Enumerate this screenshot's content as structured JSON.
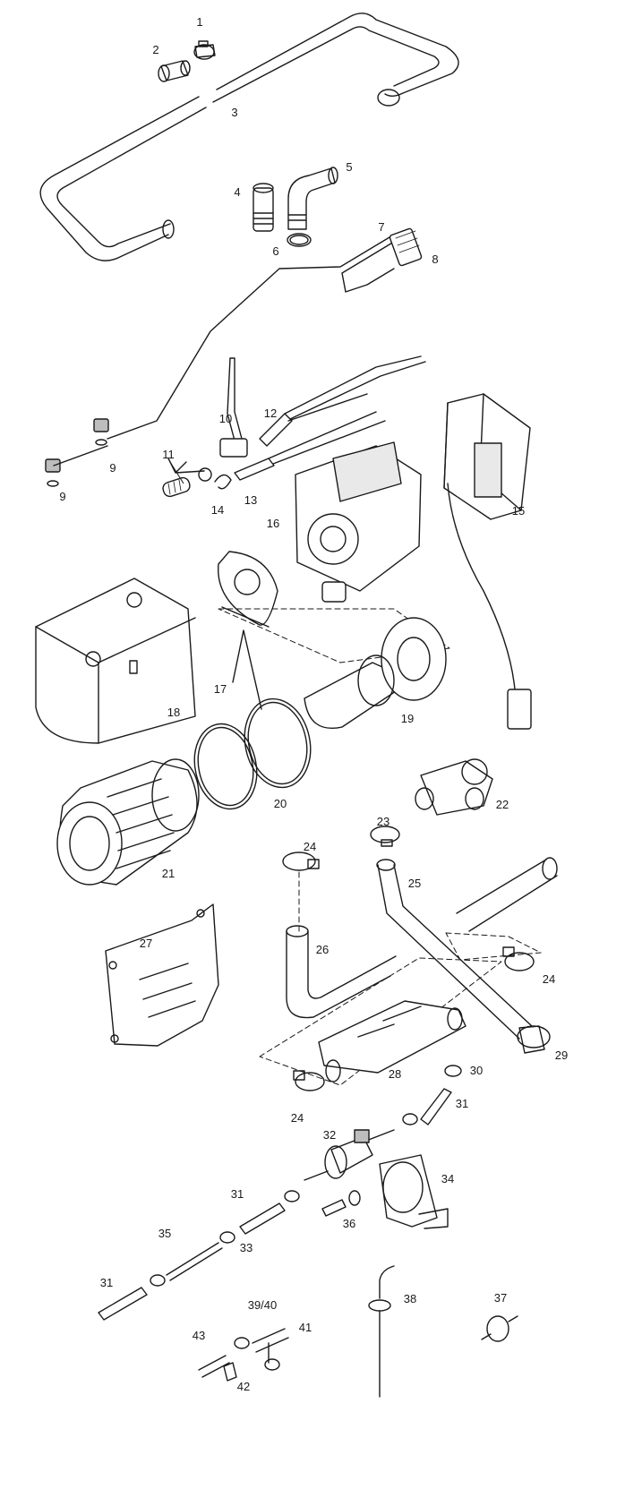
{
  "diagram": {
    "type": "exploded-parts-diagram",
    "line_color": "#1a1a1a",
    "background": "#ffffff",
    "callouts": {
      "c1": "1",
      "c2": "2",
      "c3": "3",
      "c4": "4",
      "c5": "5",
      "c6": "6",
      "c7": "7",
      "c8": "8",
      "c9a": "9",
      "c9b": "9",
      "c10": "10",
      "c11": "11",
      "c12": "12",
      "c13": "13",
      "c14": "14",
      "c15": "15",
      "c16": "16",
      "c17": "17",
      "c18": "18",
      "c19": "19",
      "c20": "20",
      "c21": "21",
      "c22": "22",
      "c23": "23",
      "c24a": "24",
      "c24b": "24",
      "c24c": "24",
      "c25": "25",
      "c26": "26",
      "c27": "27",
      "c28": "28",
      "c29": "29",
      "c30": "30",
      "c31a": "31",
      "c31b": "31",
      "c31c": "31",
      "c32": "32",
      "c33": "33",
      "c34": "34",
      "c35": "35",
      "c36": "36",
      "c37": "37",
      "c38": "38",
      "c39": "39/40",
      "c41": "41",
      "c42": "42",
      "c43": "43"
    }
  }
}
